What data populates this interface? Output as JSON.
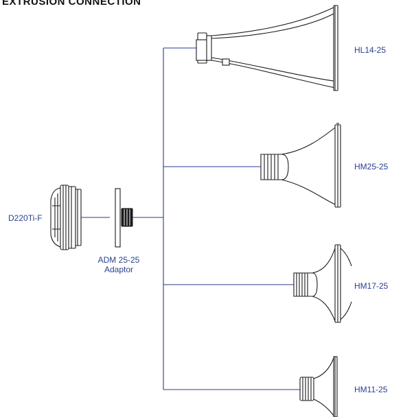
{
  "title": "EXTRUSION CONNECTION",
  "driver": {
    "label": "D220Ti-F"
  },
  "adaptor": {
    "line1": "ADM 25-25",
    "line2": "Adaptor"
  },
  "horns": [
    {
      "label": "HL14-25"
    },
    {
      "label": "HM25-25"
    },
    {
      "label": "HM17-25"
    },
    {
      "label": "HM11-25"
    }
  ],
  "colors": {
    "wire": "#2b3a8c",
    "label": "#2a3f8f",
    "ink": "#1a1a1a"
  }
}
